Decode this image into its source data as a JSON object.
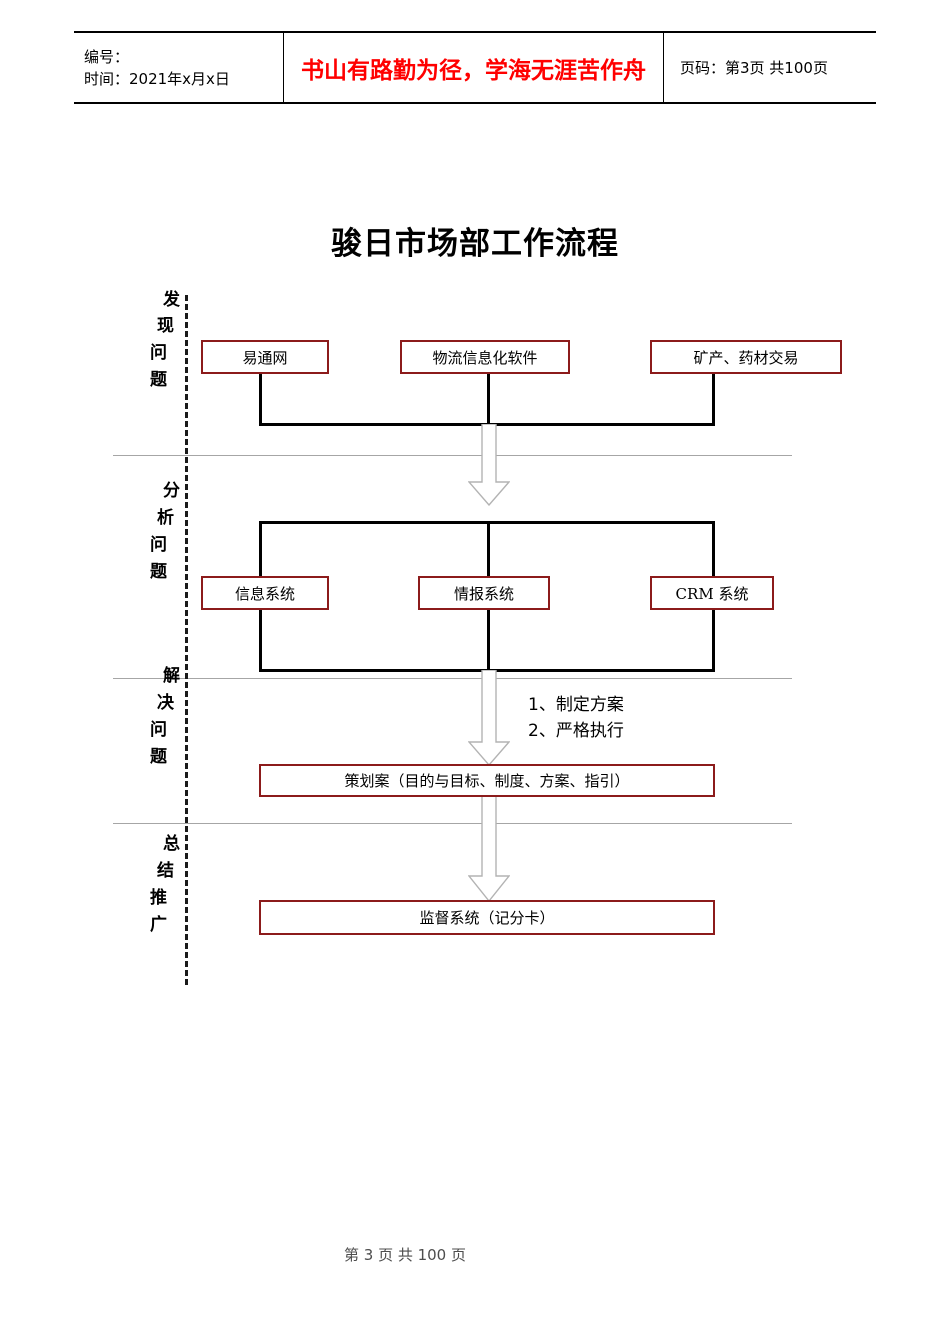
{
  "header": {
    "doc_number_label": "编号：",
    "date_label": "时间：2021年x月x日",
    "motto": "书山有路勤为径，学海无涯苦作舟",
    "page_info": "页码：第3页 共100页"
  },
  "diagram": {
    "title": "骏日市场部工作流程",
    "stages": [
      {
        "id": "discover",
        "chars": [
          "发",
          "现",
          "问",
          "题"
        ]
      },
      {
        "id": "analyze",
        "chars": [
          "分",
          "析",
          "问",
          "题"
        ]
      },
      {
        "id": "solve",
        "chars": [
          "解",
          "决",
          "问",
          "题"
        ]
      },
      {
        "id": "summarize",
        "chars": [
          "总",
          "结",
          "推",
          "广"
        ]
      }
    ],
    "row1_boxes": [
      {
        "id": "yitongwang",
        "label": "易通网"
      },
      {
        "id": "logistics-software",
        "label": "物流信息化软件"
      },
      {
        "id": "mineral-herb-trade",
        "label": "矿产、药材交易"
      }
    ],
    "row2_boxes": [
      {
        "id": "information-system",
        "label": "信息系统"
      },
      {
        "id": "intelligence-system",
        "label": "情报系统"
      },
      {
        "id": "crm-system",
        "label": "CRM 系统"
      }
    ],
    "annotation_lines": [
      "1、制定方案",
      "2、严格执行"
    ],
    "plan_box": {
      "id": "plan",
      "label": "策划案（目的与目标、制度、方案、指引）"
    },
    "supervise_box": {
      "id": "supervise",
      "label": "监督系统（记分卡）"
    }
  },
  "footer": {
    "page_info": "第 3 页 共 100 页"
  },
  "colors": {
    "box_border": "#8c1b1b",
    "connector": "#000000",
    "arrow_outline": "#b3b3b3",
    "separator": "#a6a6a6",
    "motto": "#ff0000"
  }
}
